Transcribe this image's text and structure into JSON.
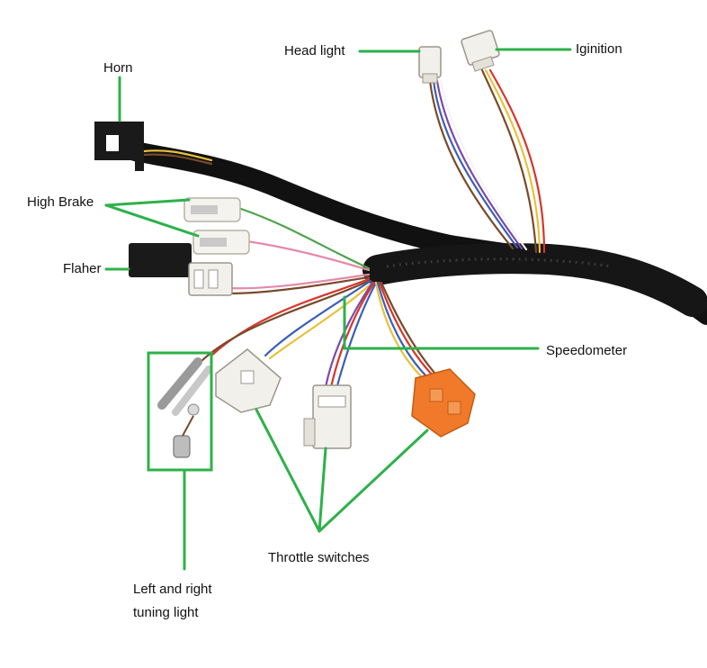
{
  "labels": {
    "head_light": "Head light",
    "ignition": "Iginition",
    "horn": "Horn",
    "high_brake": "High Brake",
    "flasher": "Flaher",
    "speedometer": "Speedometer",
    "throttle_switches": "Throttle switches",
    "turning_light_line1": "Left and right",
    "turning_light_line2": "tuning light"
  },
  "colors": {
    "leader_line": "#2db14a",
    "harness_sleeve": "#111111",
    "connector_white": "#f2f0ea",
    "connector_orange": "#f07a2a",
    "connector_black": "#1a1a1a",
    "wire_red": "#d9342b",
    "wire_yellow": "#e6c23a",
    "wire_blue": "#3a5fb8",
    "wire_brown": "#7a4a2a",
    "wire_green": "#4fa34a",
    "wire_purple": "#7b4aa8",
    "wire_pink": "#e58aa6"
  }
}
